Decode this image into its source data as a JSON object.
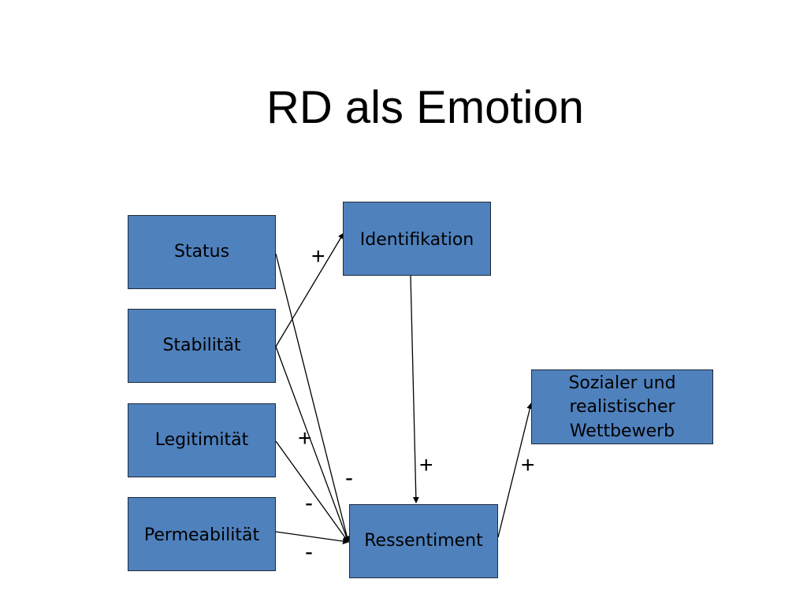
{
  "title": "RD als Emotion",
  "colors": {
    "box_fill": "#4f81bd",
    "box_border": "#1f2b3a",
    "edge": "#000000"
  },
  "nodes": {
    "status": "Status",
    "stabilitaet": "Stabilität",
    "legitimitaet": "Legitimität",
    "permeabilitaet": "Permeabilität",
    "identifikation": "Identifikation",
    "ressentiment": "Ressentiment",
    "wettbewerb": "Sozialer und\nrealistischer\n Wettbewerb"
  },
  "edges": [
    {
      "from": "Stabilität",
      "to": "Identifikation",
      "sign": "+"
    },
    {
      "from": "Status",
      "to": "Ressentiment",
      "sign": ""
    },
    {
      "from": "Stabilität",
      "to": "Ressentiment",
      "sign": "+"
    },
    {
      "from": "Legitimität",
      "to": "Ressentiment",
      "sign": "-"
    },
    {
      "from": "Permeabilität",
      "to": "Ressentiment",
      "sign": "-"
    },
    {
      "from": "Identifikation",
      "to": "Ressentiment",
      "sign": "+"
    },
    {
      "from": "Ressentiment",
      "to": "Sozialer und realistischer Wettbewerb",
      "sign": "+"
    }
  ],
  "signs": {
    "stab_ident": "+",
    "stab_ress": "+",
    "upper_minus": "-",
    "legit_minus": "-",
    "perm_minus": "-",
    "ident_ress": "+",
    "ress_wett": "+"
  }
}
